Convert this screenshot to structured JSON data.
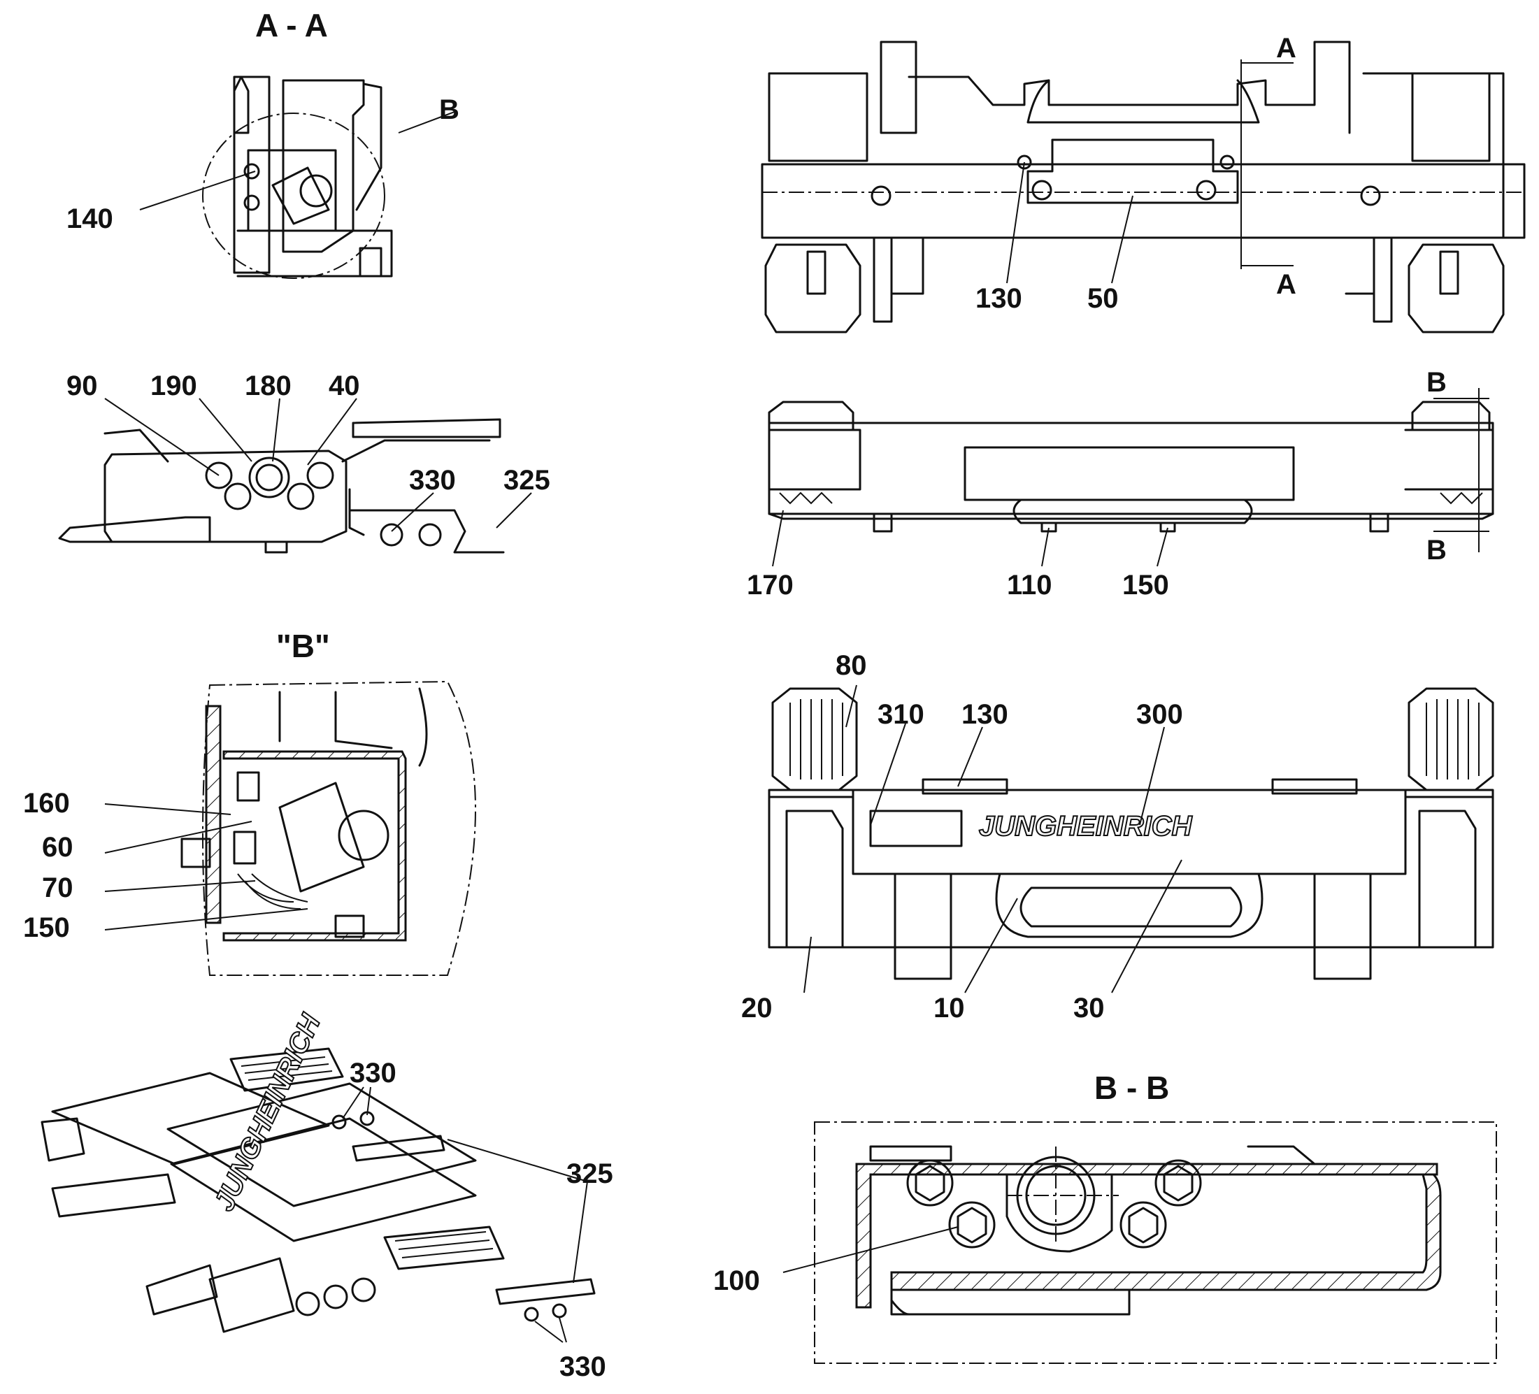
{
  "titles": {
    "section_aa": "A - A",
    "detail_b": "\"B\"",
    "section_bb": "B - B"
  },
  "section_markers": {
    "a_top": "A",
    "a_bottom": "A",
    "b_top": "B",
    "b_bottom": "B",
    "b_circle": "B"
  },
  "brand_text": "JUNGHEINRICH",
  "labels": {
    "aa_140": "140",
    "top_130": "130",
    "top_50": "50",
    "side_90": "90",
    "side_190": "190",
    "side_180": "180",
    "side_40": "40",
    "side_330": "330",
    "side_325": "325",
    "front_170": "170",
    "front_110": "110",
    "front_150": "150",
    "det_160": "160",
    "det_60": "60",
    "det_70": "70",
    "det_150": "150",
    "bot_80": "80",
    "bot_310": "310",
    "bot_130": "130",
    "bot_300": "300",
    "bot_20": "20",
    "bot_10": "10",
    "bot_30": "30",
    "iso_330_top": "330",
    "iso_325": "325",
    "iso_330_bottom": "330",
    "bb_100": "100"
  }
}
